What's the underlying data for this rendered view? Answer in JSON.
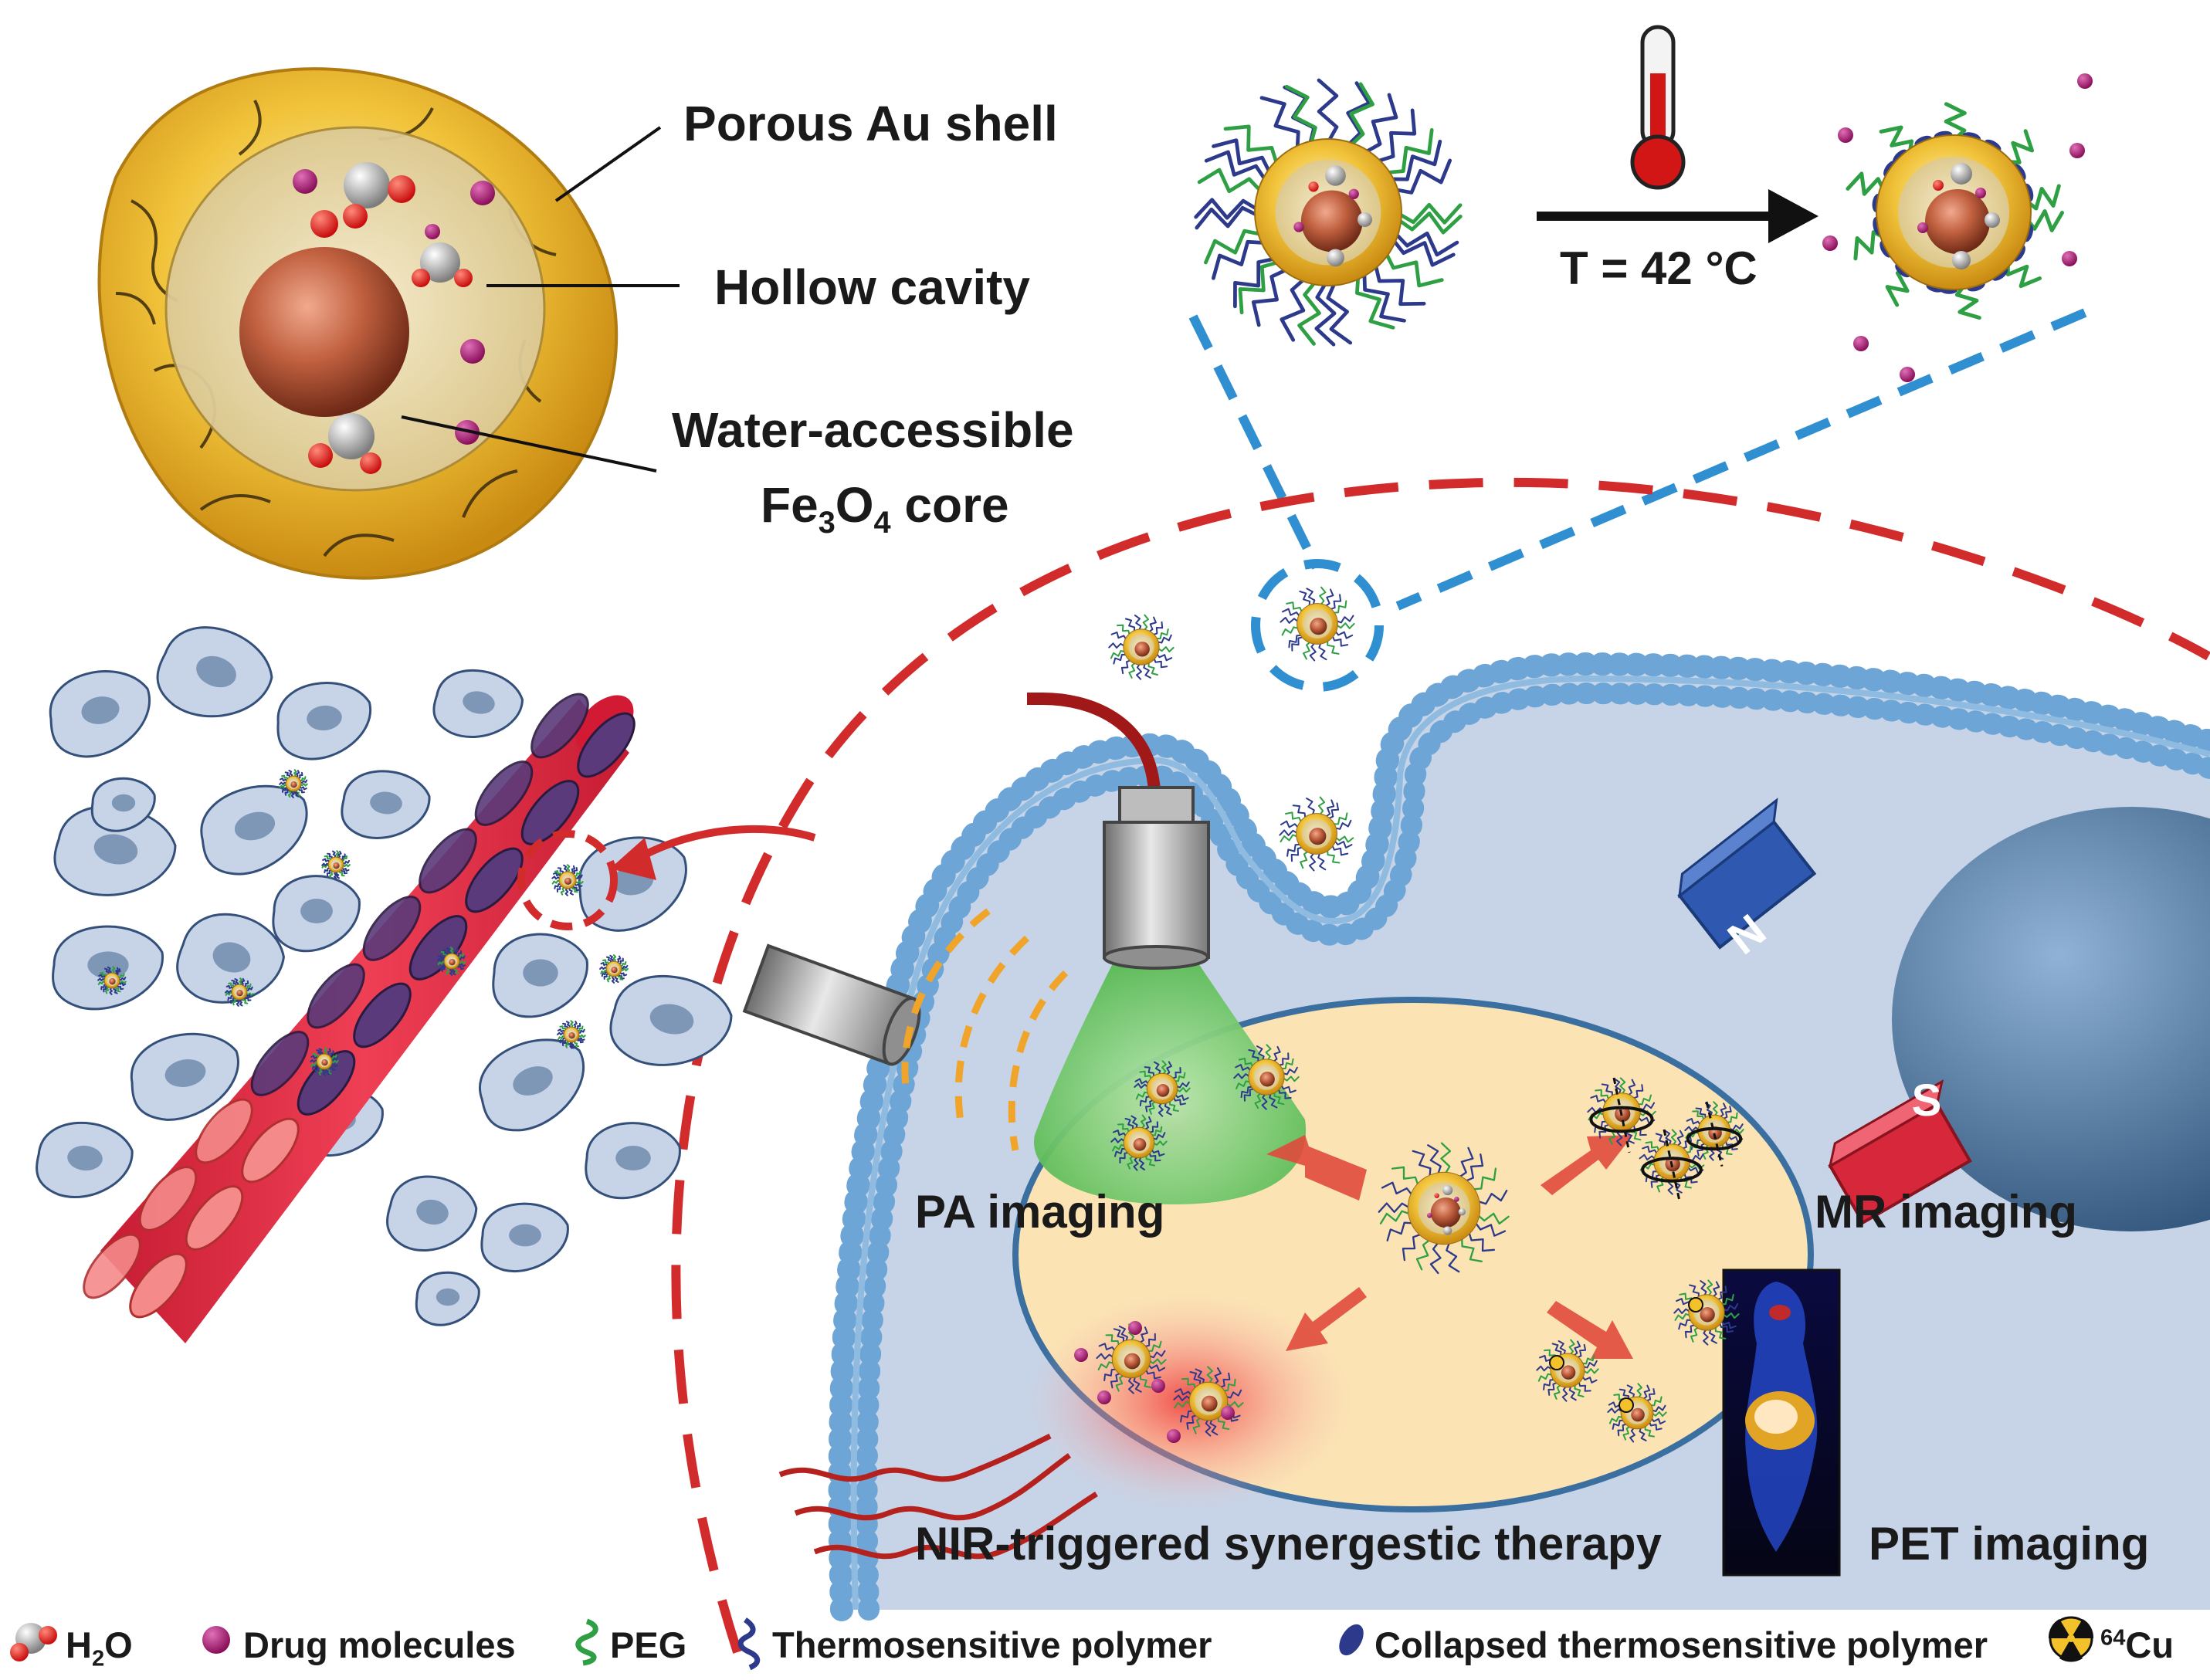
{
  "labels": {
    "shell": "Porous Au shell",
    "cavity": "Hollow cavity",
    "core_line1": "Water-accessible",
    "core_fe": "Fe",
    "core_sub3": "3",
    "core_o": "O",
    "core_sub4": "4",
    "core_word": " core",
    "temperature": "T = 42 °C",
    "pa": "PA imaging",
    "mr": "MR imaging",
    "pet": "PET imaging",
    "nir": "NIR-triggered synergestic therapy",
    "magnet_n": "N",
    "magnet_s": "S"
  },
  "legend": {
    "h2o_h": "H",
    "h2o_sub": "2",
    "h2o_o": "O",
    "drug": "Drug molecules",
    "peg": "PEG",
    "thermo": "Thermosensitive polymer",
    "collapsed": "Collapsed thermosensitive polymer",
    "cu_sup": "64",
    "cu": "Cu"
  },
  "colors": {
    "gold": "#e8b12a",
    "core": "#b4553a",
    "drug": "#a3196b",
    "peg": "#2ea043",
    "thermo": "#2d3a8c",
    "membrane": "#4a90c8",
    "cell_body": "#c5d3e6",
    "nucleus": "#fbe3b4",
    "vessel": "#e8344b",
    "dashed_red": "#d22b2b",
    "dashed_blue": "#2f8fd0"
  }
}
